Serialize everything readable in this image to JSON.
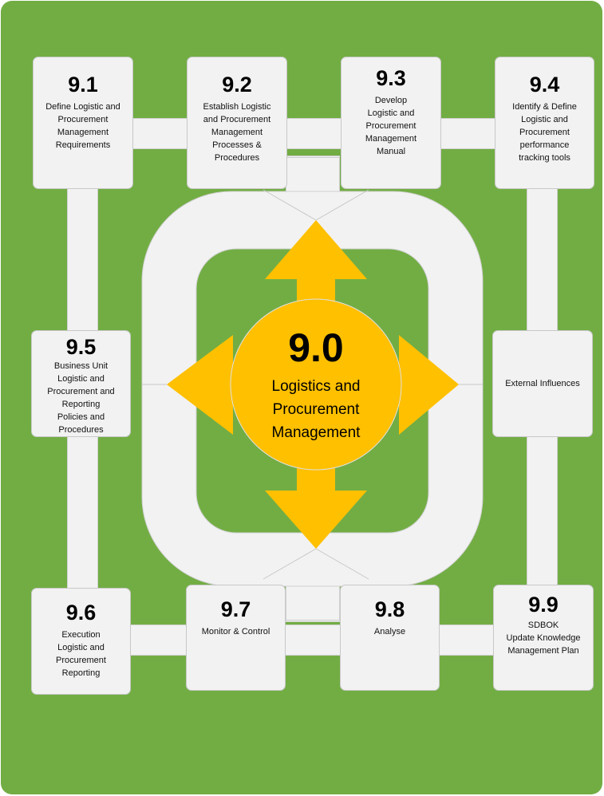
{
  "colors": {
    "background": "#72ad44",
    "box": "#f2f2f2",
    "accent": "#ffc000"
  },
  "center": {
    "number": "9.0",
    "title": "Logistics and\nProcurement\nManagement"
  },
  "boxes": [
    {
      "number": "9.1",
      "text": "Define Logistic and\nProcurement\nManagement\nRequirements"
    },
    {
      "number": "9.2",
      "text": "Establish Logistic\nand Procurement\nManagement\nProcesses &\nProcedures"
    },
    {
      "number": "9.3",
      "text": "Develop\nLogistic and\nProcurement\nManagement\nManual"
    },
    {
      "number": "9.4",
      "text": "Identify & Define\nLogistic and\nProcurement\nperformance\ntracking tools"
    },
    {
      "number": "9.5",
      "text": "Business Unit\nLogistic and\nProcurement  and\nReporting\nPolicies and\nProcedures"
    },
    {
      "number": "",
      "text": "External Influences"
    },
    {
      "number": "9.6",
      "text": "Execution\nLogistic and\nProcurement\nReporting"
    },
    {
      "number": "9.7",
      "text": "Monitor & Control"
    },
    {
      "number": "9.8",
      "text": "Analyse"
    },
    {
      "number": "9.9",
      "text": "SDBOK\nUpdate Knowledge\nManagement Plan"
    }
  ]
}
